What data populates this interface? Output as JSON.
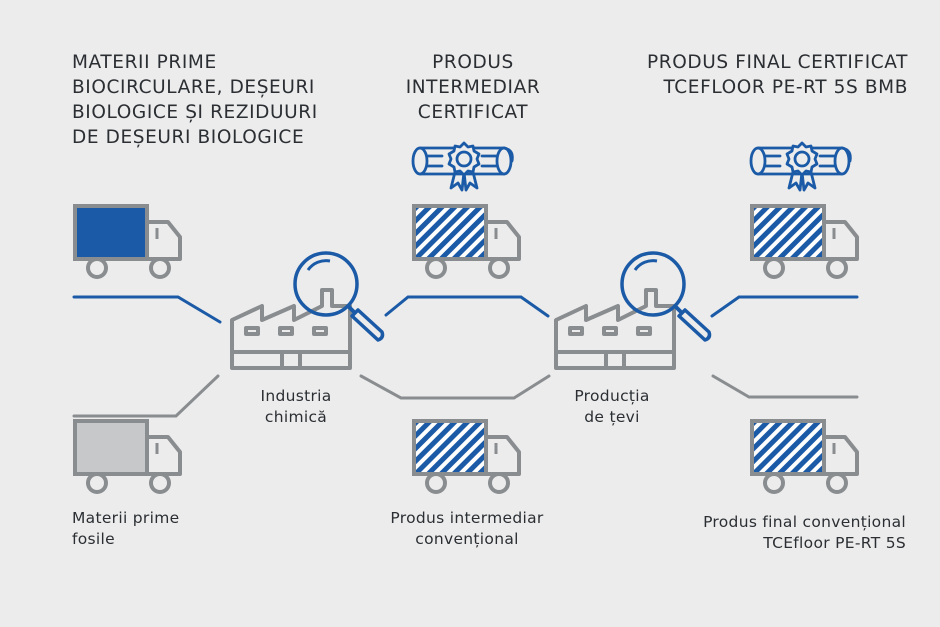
{
  "headings": {
    "raw_materials": [
      "MATERII PRIME",
      "BIOCIRCULARE, DEȘEURI",
      "BIOLOGICE ȘI REZIDUURI",
      "DE DEȘEURI BIOLOGICE"
    ],
    "intermediate": [
      "PRODUS",
      "INTERMEDIAR",
      "CERTIFICAT"
    ],
    "final": [
      "PRODUS FINAL CERTIFICAT",
      "TCEFLOOR PE-RT 5S BMB"
    ]
  },
  "labels": {
    "chemical_industry": [
      "Industria",
      "chimică"
    ],
    "pipe_production": [
      "Producția",
      "de țevi"
    ],
    "fossil": [
      "Materii prime",
      "fosile"
    ],
    "conventional_intermediate": [
      "Produs intermediar",
      "convențional"
    ],
    "conventional_final": [
      "Produs final convențional",
      "TCEfloor PE-RT 5S"
    ]
  },
  "colors": {
    "blue": "#1b5aa6",
    "gray": "#8a8d90",
    "light_gray": "#c7c8c9",
    "text": "#2b2f33",
    "background": "#ececec"
  },
  "icons": [
    "truck-icon",
    "factory-icon",
    "magnifier-icon",
    "certificate-icon"
  ]
}
